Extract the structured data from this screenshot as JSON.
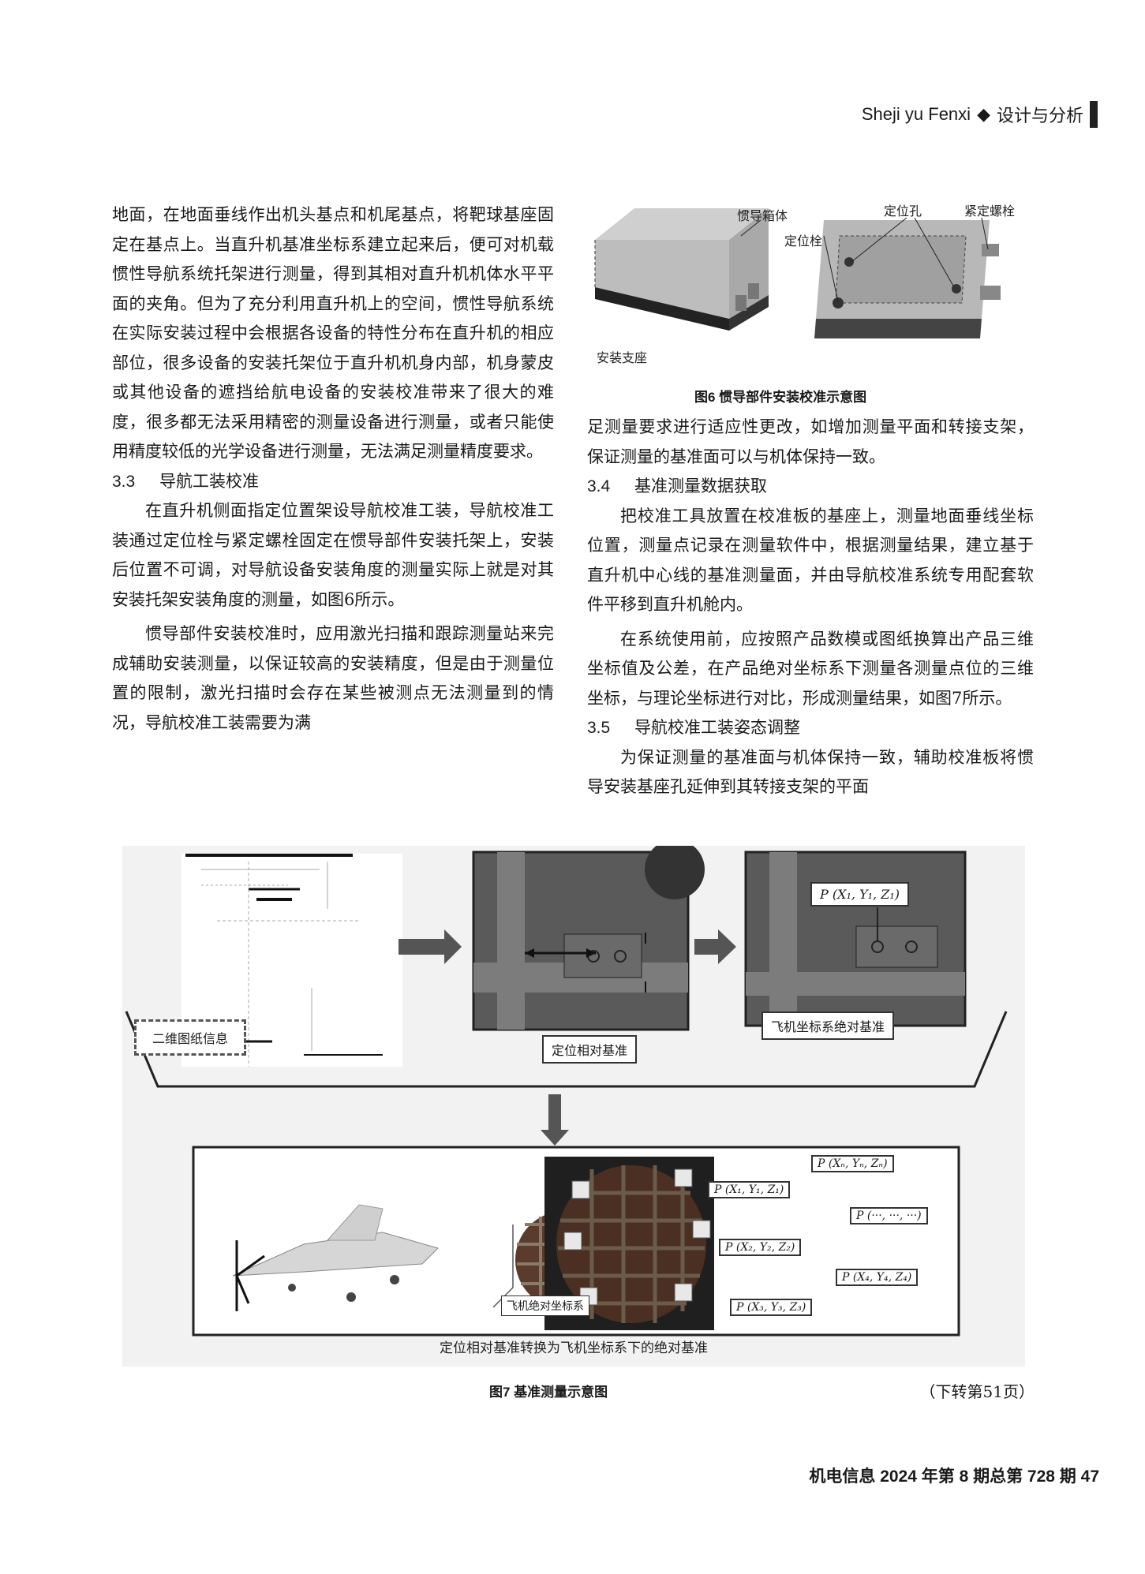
{
  "header": {
    "latin": "Sheji  yu Fenxi",
    "diamond": "◆",
    "cn": "设计与分析"
  },
  "left_col": {
    "p1": "地面，在地面垂线作出机头基点和机尾基点，将靶球基座固定在基点上。当直升机基准坐标系建立起来后，便可对机载惯性导航系统托架进行测量，得到其相对直升机机体水平平面的夹角。但为了充分利用直升机上的空间，惯性导航系统在实际安装过程中会根据各设备的特性分布在直升机的相应部位，很多设备的安装托架位于直升机机身内部，机身蒙皮或其他设备的遮挡给航电设备的安装校准带来了很大的难度，很多都无法采用精密的测量设备进行测量，或者只能使用精度较低的光学设备进行测量，无法满足测量精度要求。",
    "h33_num": "3.3",
    "h33": "导航工装校准",
    "p2": "在直升机侧面指定位置架设导航校准工装，导航校准工装通过定位栓与紧定螺栓固定在惯导部件安装托架上，安装后位置不可调，对导航设备安装角度的测量实际上就是对其安装托架安装角度的测量，如图6所示。",
    "p3": "惯导部件安装校准时，应用激光扫描和跟踪测量站来完成辅助安装测量，以保证较高的安装精度，但是由于测量位置的限制，激光扫描时会存在某些被测点无法测量到的情况，导航校准工装需要为满"
  },
  "fig6": {
    "labels": {
      "box": "惯导箱体",
      "hole": "定位孔",
      "bolt": "紧定螺栓",
      "pin": "定位栓",
      "seat": "安装支座"
    },
    "caption": "图6   惯导部件安装校准示意图"
  },
  "right_col": {
    "p1": "足测量要求进行适应性更改，如增加测量平面和转接支架，保证测量的基准面可以与机体保持一致。",
    "h34_num": "3.4",
    "h34": "基准测量数据获取",
    "p2": "把校准工具放置在校准板的基座上，测量地面垂线坐标位置，测量点记录在测量软件中，根据测量结果，建立基于直升机中心线的基准测量面，并由导航校准系统专用配套软件平移到直升机舱内。",
    "p3": "在系统使用前，应按照产品数模或图纸换算出产品三维坐标值及公差，在产品绝对坐标系下测量各测量点位的三维坐标，与理论坐标进行对比，形成测量结果，如图7所示。",
    "h35_num": "3.5",
    "h35": "导航校准工装姿态调整",
    "p4": "为保证测量的基准面与机体保持一致，辅助校准板将惯导安装基座孔延伸到其转接支架的平面"
  },
  "fig7": {
    "drawing_label": "二维图纸信息",
    "relative_label": "定位相对基准",
    "absolute_label": "飞机坐标系绝对基准",
    "p1_label": "P (X₁, Y₁, Z₁)",
    "plane_cs_label": "飞机绝对坐标系",
    "pn": "P (Xₙ, Yₙ, Zₙ)",
    "p1": "P (X₁, Y₁, Z₁)",
    "pdots": "P (···, ···, ···)",
    "p2": "P (X₂, Y₂, Z₂)",
    "p4": "P (X₄, Y₄, Z₄)",
    "p3": "P (X₃, Y₃, Z₃)",
    "bottom_caption": "定位相对基准转换为飞机坐标系下的绝对基准",
    "caption": "图7   基准测量示意图",
    "continue": "（下转第51页）"
  },
  "footer": {
    "text": "机电信息   2024 年第 8 期总第 728 期   47"
  }
}
